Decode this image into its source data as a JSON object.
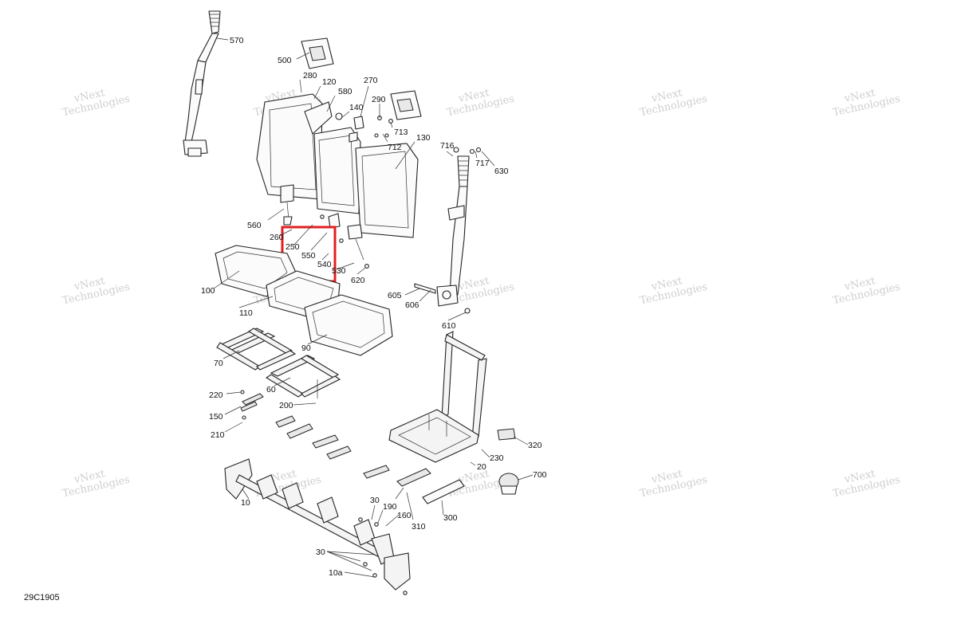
{
  "diagram_code": "29C1905",
  "watermark": {
    "line1": "vNext",
    "line2": "Technologies"
  },
  "highlight_color": "#e02020",
  "callouts": {
    "c570": "570",
    "c500": "500",
    "c280": "280",
    "c120": "120",
    "c580": "580",
    "c140": "140",
    "c270": "270",
    "c290": "290",
    "c713": "713",
    "c712": "712",
    "c130": "130",
    "c716": "716",
    "c717": "717",
    "c630": "630",
    "c560": "560",
    "c260": "260",
    "c250": "250",
    "c550": "550",
    "c540": "540",
    "c530": "530",
    "c620": "620",
    "c100": "100",
    "c110": "110",
    "c605": "605",
    "c606": "606",
    "c610": "610",
    "c90": "90",
    "c70": "70",
    "c60": "60",
    "c220": "220",
    "c150": "150",
    "c200": "200",
    "c210": "210",
    "c320": "320",
    "c230": "230",
    "c20": "20",
    "c700": "700",
    "c10": "10",
    "c30a": "30",
    "c190": "190",
    "c160": "160",
    "c310": "310",
    "c300": "300",
    "c30b": "30",
    "c10a": "10a"
  }
}
